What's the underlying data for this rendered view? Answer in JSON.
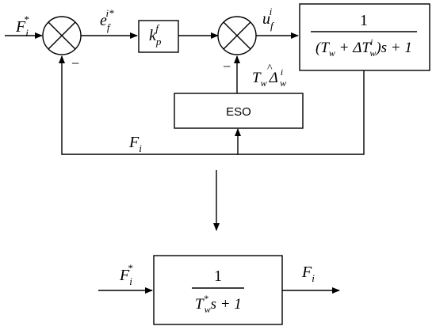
{
  "top": {
    "input": {
      "base": "F",
      "sub": "i",
      "sup": "*"
    },
    "minus1": "−",
    "error": {
      "base": "e",
      "sub": "f",
      "sup": "i*"
    },
    "gain": {
      "base": "k",
      "sub": "p",
      "sup": "f"
    },
    "minus2": "−",
    "control": {
      "base": "u",
      "sub": "f",
      "sup": "i"
    },
    "plant": {
      "numerator": "1",
      "den_open": "(",
      "Tw": "T",
      "Tw_sub": "w",
      "plus": " + ΔT",
      "dT_sup": "i",
      "dT_sub": "w",
      "den_close": ")s + 1"
    },
    "comp": {
      "T": "T",
      "T_sub": "w",
      "hat": "Δ",
      "hat_mark": "^",
      "hat_sup": "i",
      "hat_sub": "w"
    },
    "eso_label": "ESO",
    "feedback": {
      "base": "F",
      "sub": "i"
    }
  },
  "bottom": {
    "input": {
      "base": "F",
      "sub": "i",
      "sup": "*"
    },
    "output": {
      "base": "F",
      "sub": "i"
    },
    "tf": {
      "numerator": "1",
      "T": "T",
      "T_sup": "*",
      "T_sub": "w",
      "rest": "s + 1"
    }
  }
}
